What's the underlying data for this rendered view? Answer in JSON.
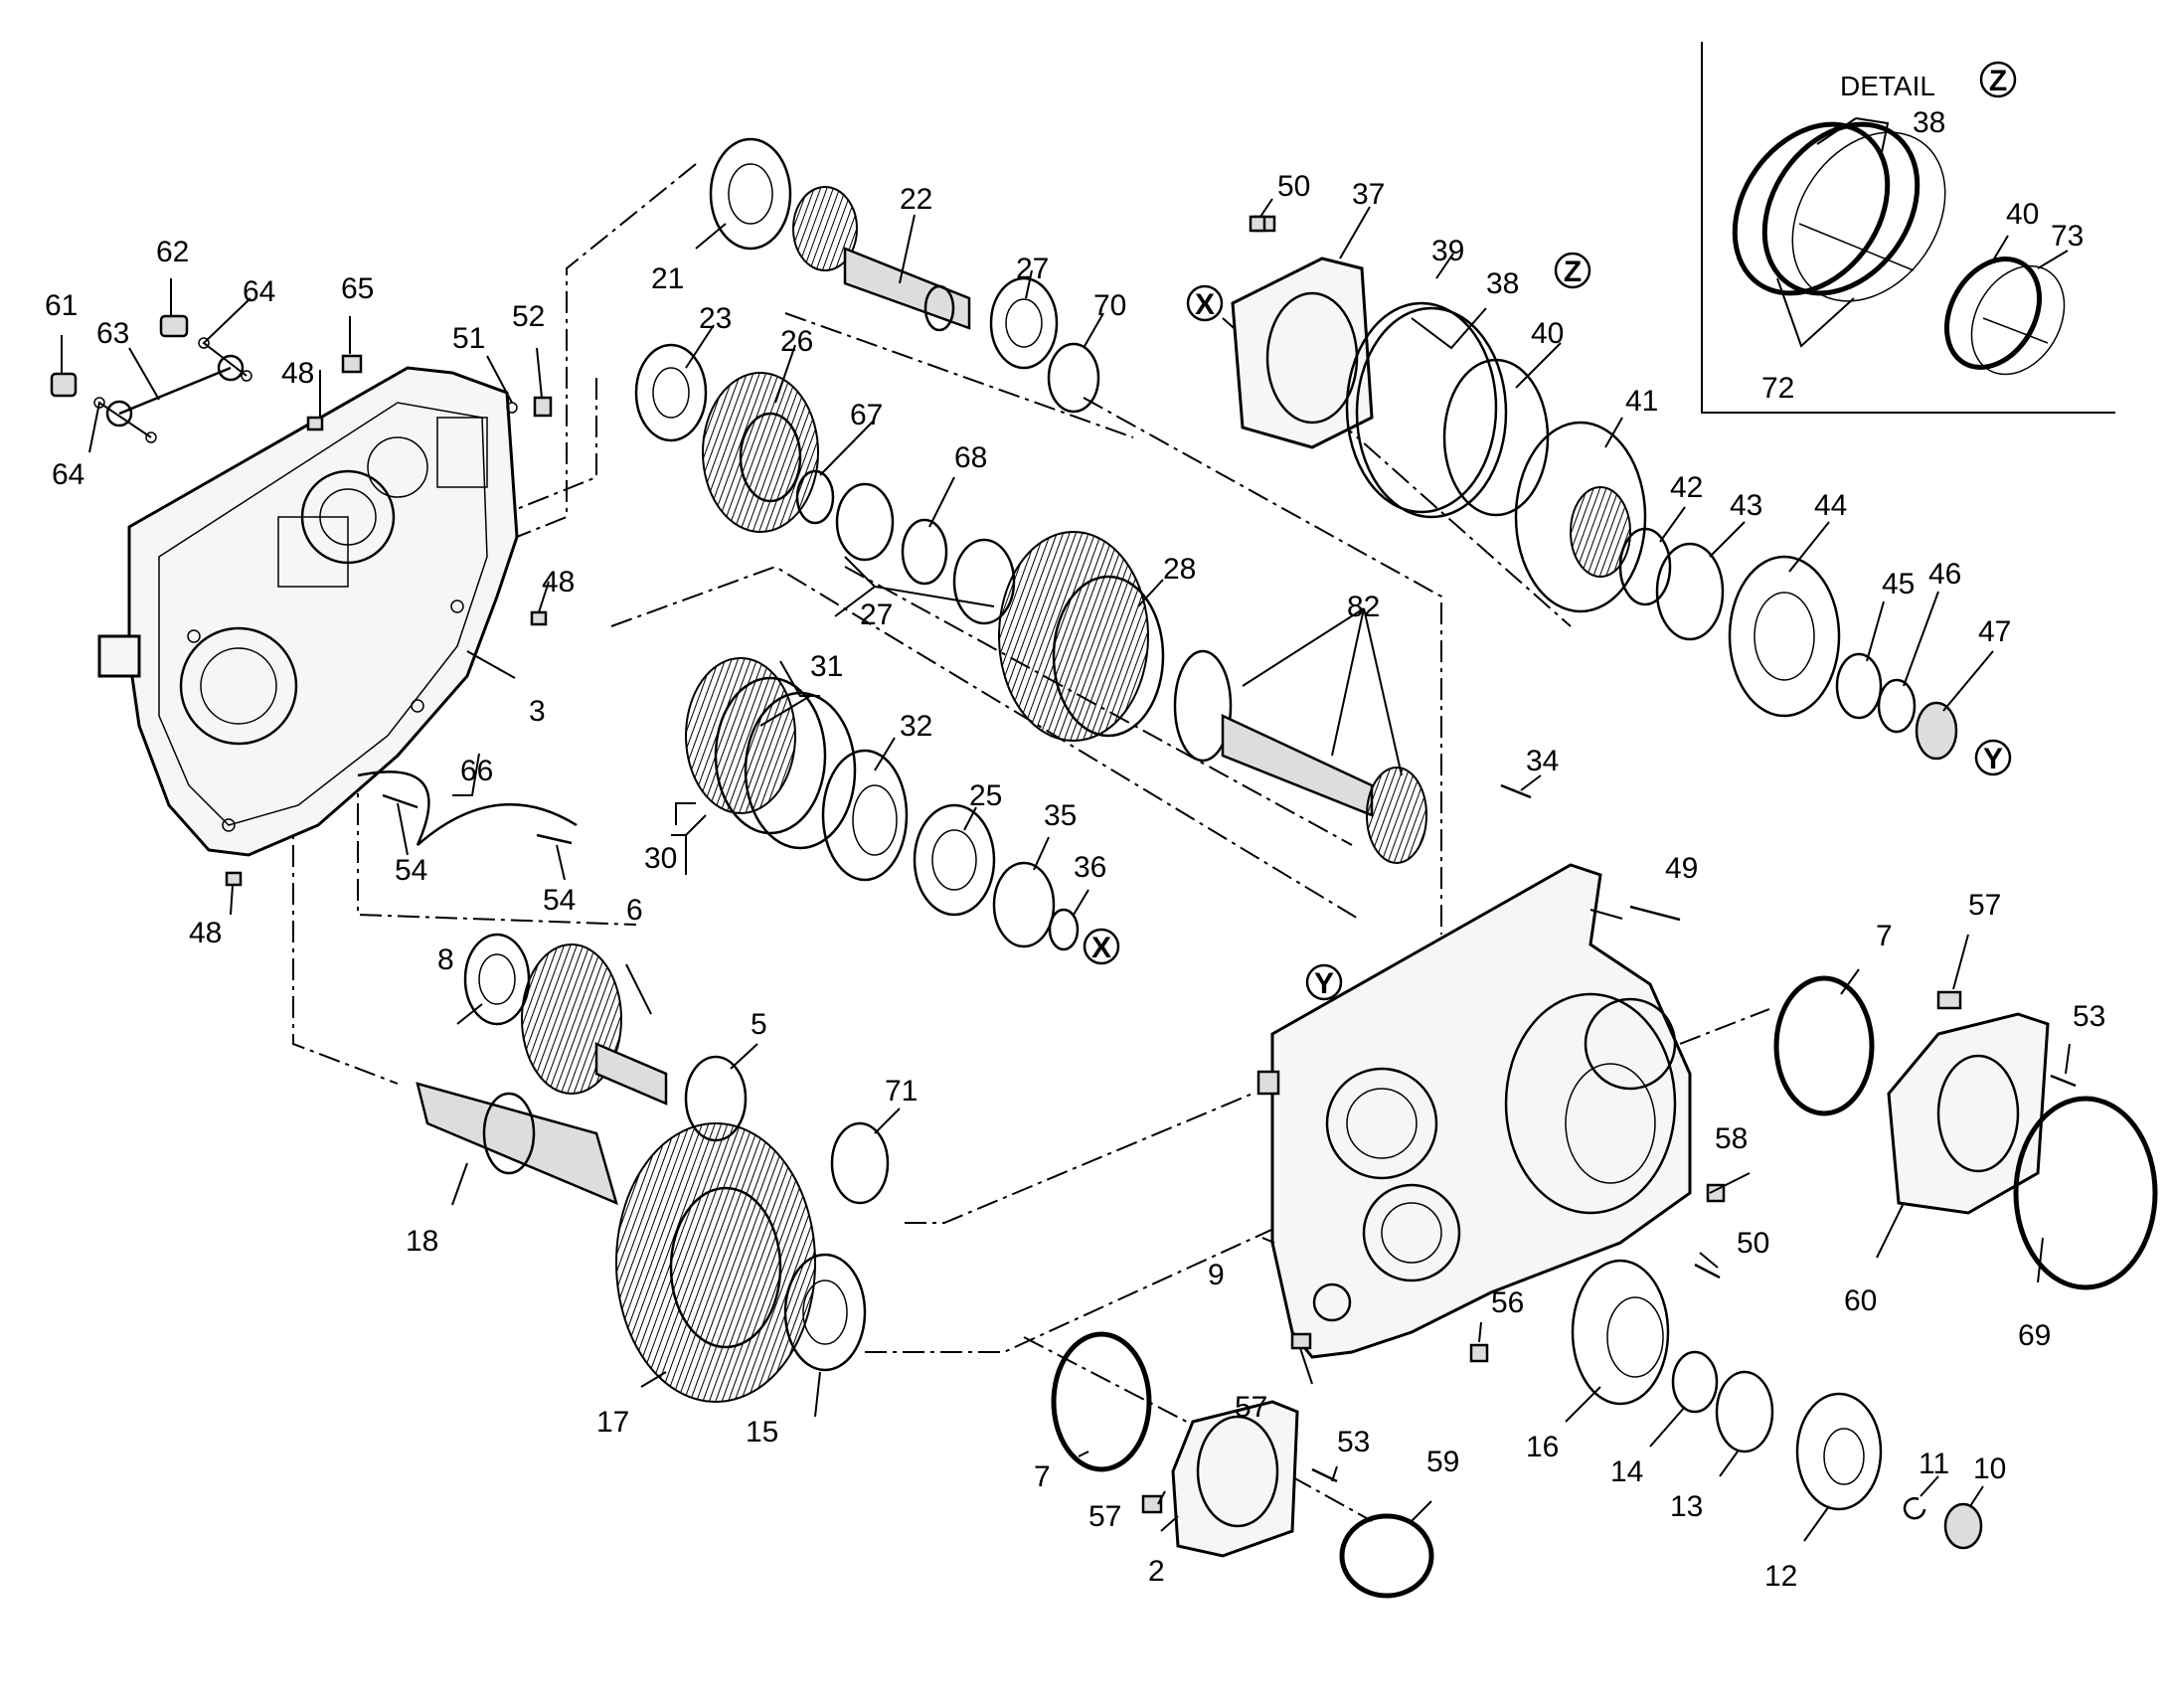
{
  "detail": {
    "title": "DETAIL",
    "marker": "Z"
  },
  "markers": {
    "x": "X",
    "y": "Y",
    "z": "Z"
  },
  "callouts": {
    "c2": "2",
    "c3": "3",
    "c5": "5",
    "c6": "6",
    "c7a": "7",
    "c7b": "7",
    "c8": "8",
    "c9": "9",
    "c10": "10",
    "c11": "11",
    "c12": "12",
    "c13": "13",
    "c14": "14",
    "c15": "15",
    "c16": "16",
    "c17": "17",
    "c18": "18",
    "c21": "21",
    "c22": "22",
    "c23": "23",
    "c25": "25",
    "c26": "26",
    "c27a": "27",
    "c27b": "27",
    "c28": "28",
    "c30": "30",
    "c31": "31",
    "c32": "32",
    "c34": "34",
    "c35": "35",
    "c36": "36",
    "c37": "37",
    "c38a": "38",
    "c38b": "38",
    "c39": "39",
    "c40a": "40",
    "c40b": "40",
    "c41": "41",
    "c42": "42",
    "c43": "43",
    "c44": "44",
    "c45": "45",
    "c46": "46",
    "c47": "47",
    "c48a": "48",
    "c48b": "48",
    "c48c": "48",
    "c49": "49",
    "c50a": "50",
    "c50b": "50",
    "c51": "51",
    "c52": "52",
    "c53a": "53",
    "c53b": "53",
    "c54a": "54",
    "c54b": "54",
    "c56": "56",
    "c57a": "57",
    "c57b": "57",
    "c57c": "57",
    "c58": "58",
    "c59": "59",
    "c60": "60",
    "c61": "61",
    "c62": "62",
    "c63": "63",
    "c64a": "64",
    "c64b": "64",
    "c65": "65",
    "c66": "66",
    "c67": "67",
    "c68": "68",
    "c69": "69",
    "c70": "70",
    "c71": "71",
    "c72": "72",
    "c73": "73",
    "c82": "82"
  }
}
